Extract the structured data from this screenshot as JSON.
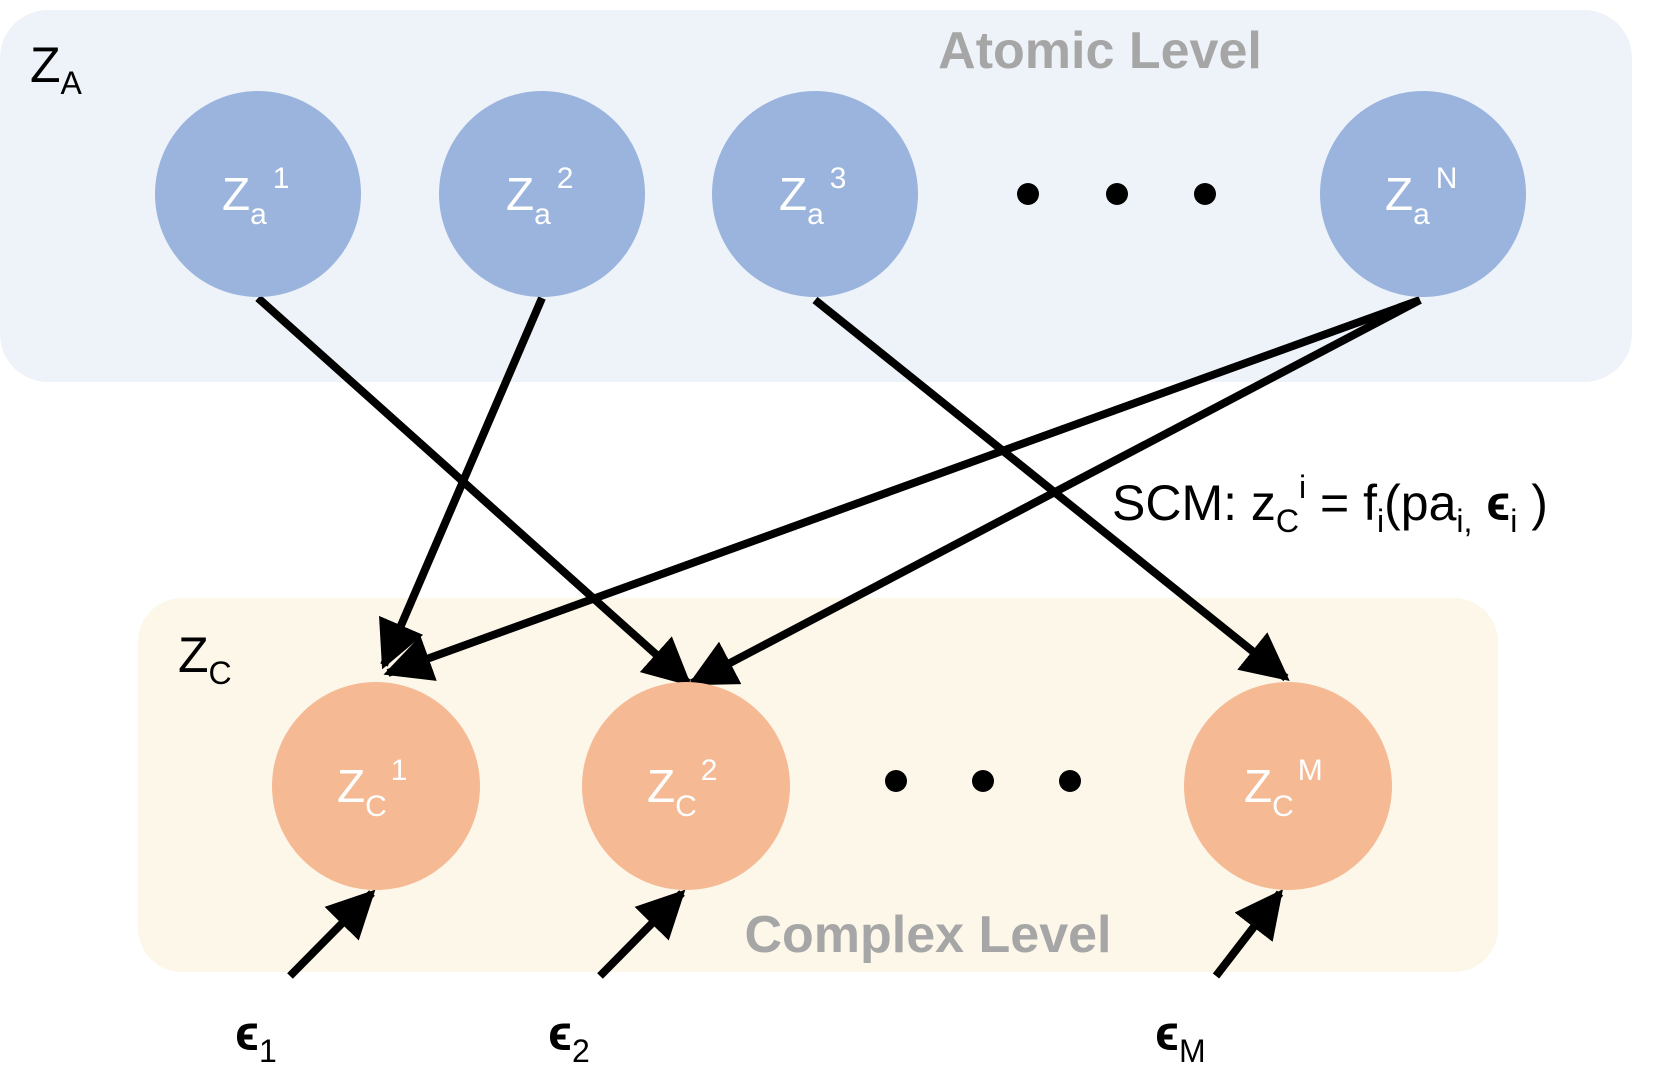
{
  "atomic_group": {
    "title": "Atomic Level",
    "label_main": "Z",
    "label_sub": "A",
    "nodes": [
      {
        "id": "za1",
        "main": "Z",
        "sub": "a",
        "sup": "1"
      },
      {
        "id": "za2",
        "main": "Z",
        "sub": "a",
        "sup": "2"
      },
      {
        "id": "za3",
        "main": "Z",
        "sub": "a",
        "sup": "3"
      },
      {
        "id": "zaN",
        "main": "Z",
        "sub": "a",
        "sup": "N"
      }
    ],
    "ellipsis": "• • •"
  },
  "complex_group": {
    "title": "Complex Level",
    "label_main": "Z",
    "label_sub": "C",
    "nodes": [
      {
        "id": "zc1",
        "main": "Z",
        "sub": "C",
        "sup": "1"
      },
      {
        "id": "zc2",
        "main": "Z",
        "sub": "C",
        "sup": "2"
      },
      {
        "id": "zcM",
        "main": "Z",
        "sub": "C",
        "sup": "M"
      }
    ],
    "ellipsis": "• • •"
  },
  "noise": [
    {
      "id": "e1",
      "main": "ϵ",
      "sub": "1"
    },
    {
      "id": "e2",
      "main": "ϵ",
      "sub": "2"
    },
    {
      "id": "eM",
      "main": "ϵ",
      "sub": "M"
    }
  ],
  "scm": {
    "prefix": "SCM: z",
    "sub_c": "C",
    "sup_i": "i",
    "eq": " = f",
    "sub_i": "i",
    "paren_open": "(pa",
    "sub_i_comma": "i,",
    "eps": " ϵ",
    "sub_i2": "i",
    "paren_close": " )"
  },
  "colors": {
    "atomic_bg": "#eef3fa",
    "complex_bg": "#fdf7ea",
    "atomic_node": "#9ab4de",
    "complex_node": "#f5b994",
    "arrow": "#000000"
  },
  "edges": [
    {
      "from": "za1",
      "to": "zc2"
    },
    {
      "from": "za2",
      "to": "zc1"
    },
    {
      "from": "za3",
      "to": "zcM"
    },
    {
      "from": "zaN",
      "to": "zc1"
    },
    {
      "from": "zaN",
      "to": "zc2"
    },
    {
      "from": "e1",
      "to": "zc1"
    },
    {
      "from": "e2",
      "to": "zc2"
    },
    {
      "from": "eM",
      "to": "zcM"
    }
  ]
}
